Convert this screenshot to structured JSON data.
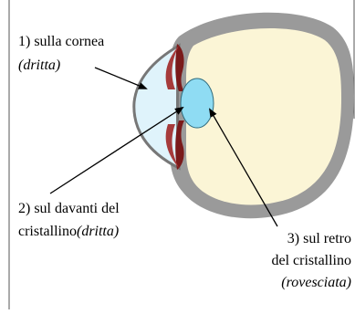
{
  "labels": {
    "cornea_line1": "1) sulla cornea",
    "cornea_line2": "(dritta)",
    "front_line1": "2) sul davanti del",
    "front_line2": "cristallino",
    "front_line2_italic": "(dritta)",
    "back_line1": "3) sul retro",
    "back_line2": "del cristallino",
    "back_line3": "(rovesciata)"
  },
  "colors": {
    "sclera": "#9a9a9a",
    "vitreous": "#fbf5d6",
    "cornea": "#dff3fb",
    "lens": "#8fdcf3",
    "iris": "#7a1a1a",
    "frame": "#555555"
  }
}
